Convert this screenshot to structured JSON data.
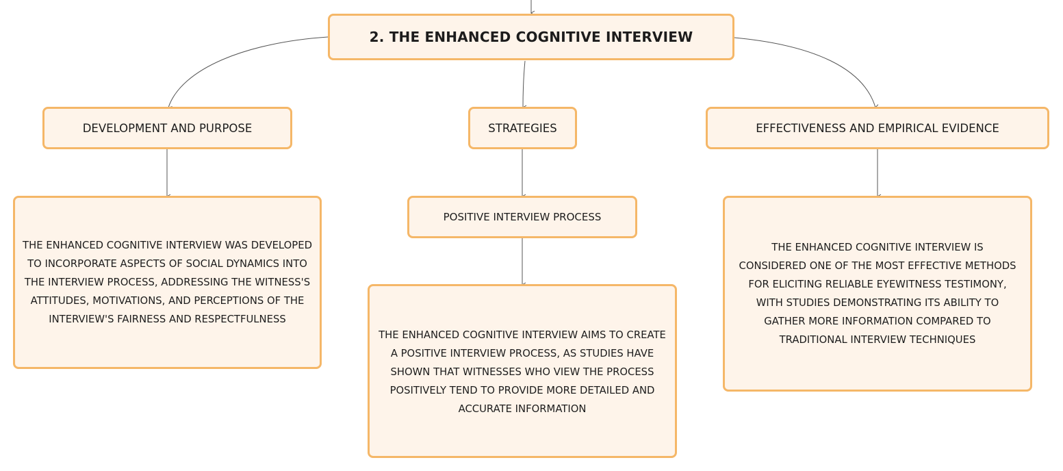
{
  "root": {
    "label": "2. The Enhanced Cognitive Interview"
  },
  "branches": [
    {
      "label": "Development and Purpose",
      "detail": "The Enhanced Cognitive Interview was developed to incorporate aspects of social dynamics into the interview process, addressing the witness's attitudes, motivations, and perceptions of the interview's fairness and respectfulness"
    },
    {
      "label": "Strategies",
      "subtopic": "Positive Interview Process",
      "detail": "The Enhanced Cognitive Interview aims to create a positive interview process, as studies have shown that witnesses who view the process positively tend to provide more detailed and accurate information"
    },
    {
      "label": "Effectiveness and Empirical Evidence",
      "detail": "The Enhanced Cognitive Interview is considered one of the most effective methods for eliciting reliable eyewitness testimony, with studies demonstrating its ability to gather more information compared to traditional interview techniques"
    }
  ],
  "colors": {
    "node_fill": "#fef4ea",
    "node_border": "#f5b768",
    "connector": "#555555"
  }
}
